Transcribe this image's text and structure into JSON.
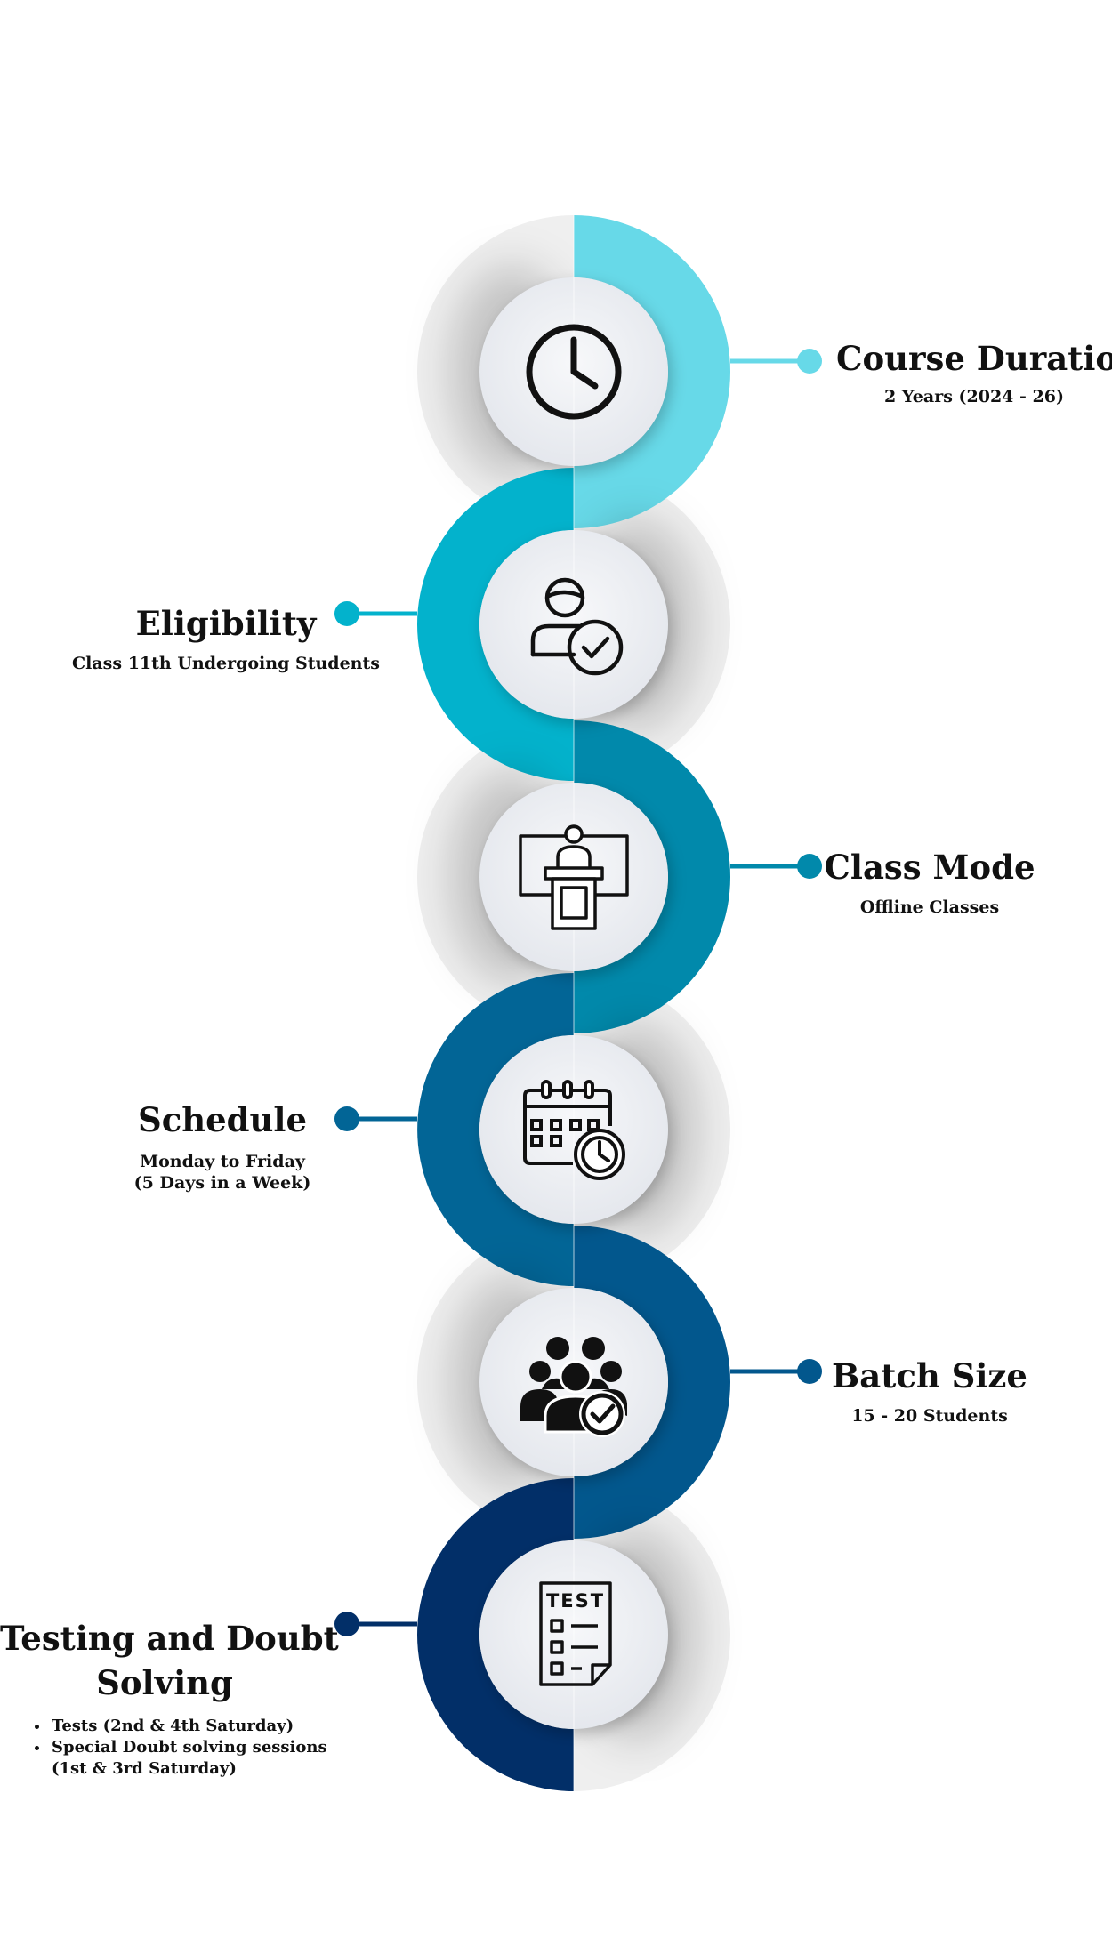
{
  "colors": {
    "course": "#67d9e8",
    "eligibility": "#03b2cc",
    "class_mode": "#0189ab",
    "schedule": "#026596",
    "batch": "#02578d",
    "testing": "#022f68",
    "ghost": "#efefef",
    "inner": "#eceef2"
  },
  "steps": [
    {
      "title": "Course Duration",
      "subtitle": "2 Years  (2024 - 26)",
      "icon": "clock-icon"
    },
    {
      "title": "Eligibility",
      "subtitle": "Class 11th Undergoing Students",
      "icon": "student-check-icon"
    },
    {
      "title": "Class Mode",
      "subtitle": "Offline Classes",
      "icon": "classroom-podium-icon"
    },
    {
      "title": "Schedule",
      "subtitle_lines": [
        "Monday to Friday",
        "(5 Days in a Week)"
      ],
      "icon": "calendar-clock-icon"
    },
    {
      "title": "Batch Size",
      "subtitle": "15 - 20 Students",
      "icon": "group-check-icon"
    },
    {
      "title_lines": [
        "Testing and Doubt",
        "Solving"
      ],
      "bullets": [
        "Tests (2nd & 4th Saturday)",
        "Special  Doubt  solving  sessions (1st & 3rd Saturday)"
      ],
      "icon": "test-paper-icon"
    }
  ],
  "icon_text": {
    "test": "TEST"
  }
}
